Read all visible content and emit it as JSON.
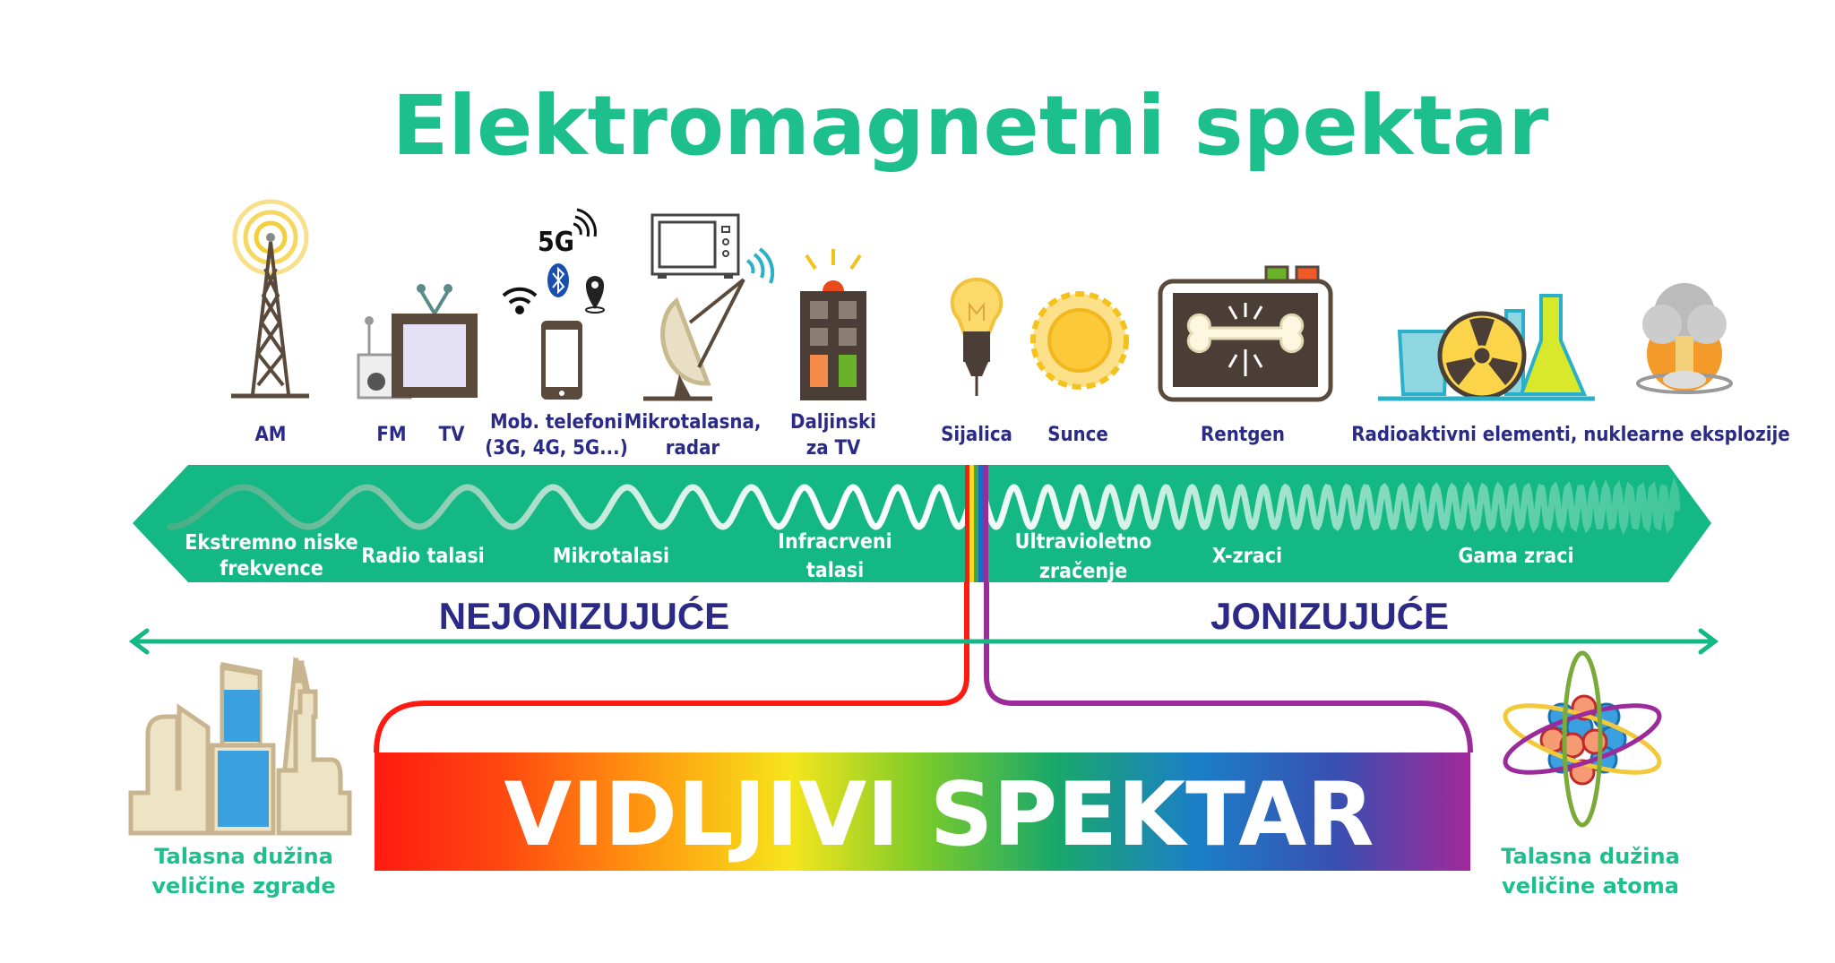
{
  "title": "Elektromagnetni spektar",
  "sources": {
    "am": "AM",
    "fm": "FM",
    "tv": "TV",
    "mobile_line1": "Mob. telefoni",
    "mobile_line2": "(3G, 4G, 5G...)",
    "network_badge": "5G",
    "microwave_line1": "Mikrotalasna,",
    "microwave_line2": "radar",
    "remote_line1": "Daljinski",
    "remote_line2": "za TV",
    "bulb": "Sijalica",
    "sun": "Sunce",
    "xray": "Rentgen",
    "radioactive": "Radioaktivni elementi, nuklearne eksplozije"
  },
  "bands": {
    "elf_line1": "Ekstremno niske",
    "elf_line2": "frekvence",
    "radio": "Radio talasi",
    "micro": "Mikrotalasi",
    "ir_line1": "Infracrveni",
    "ir_line2": "talasi",
    "uv_line1": "Ultravioletno",
    "uv_line2": "zračenje",
    "xrays": "X-zraci",
    "gamma": "Gama zraci"
  },
  "ionization": {
    "non_ionizing": "NEJONIZUJUĆE",
    "ionizing": "JONIZUJUĆE"
  },
  "visible": "VIDLJIVI SPEKTAR",
  "scale": {
    "building_line1": "Talasna dužina",
    "building_line2": "veličine zgrade",
    "atom_line1": "Talasna dužina",
    "atom_line2": "veličine atoma"
  },
  "colors": {
    "green": "#14b884",
    "navy": "#2b2a86",
    "red": "#ff1a10",
    "purple": "#9b2a9a"
  }
}
